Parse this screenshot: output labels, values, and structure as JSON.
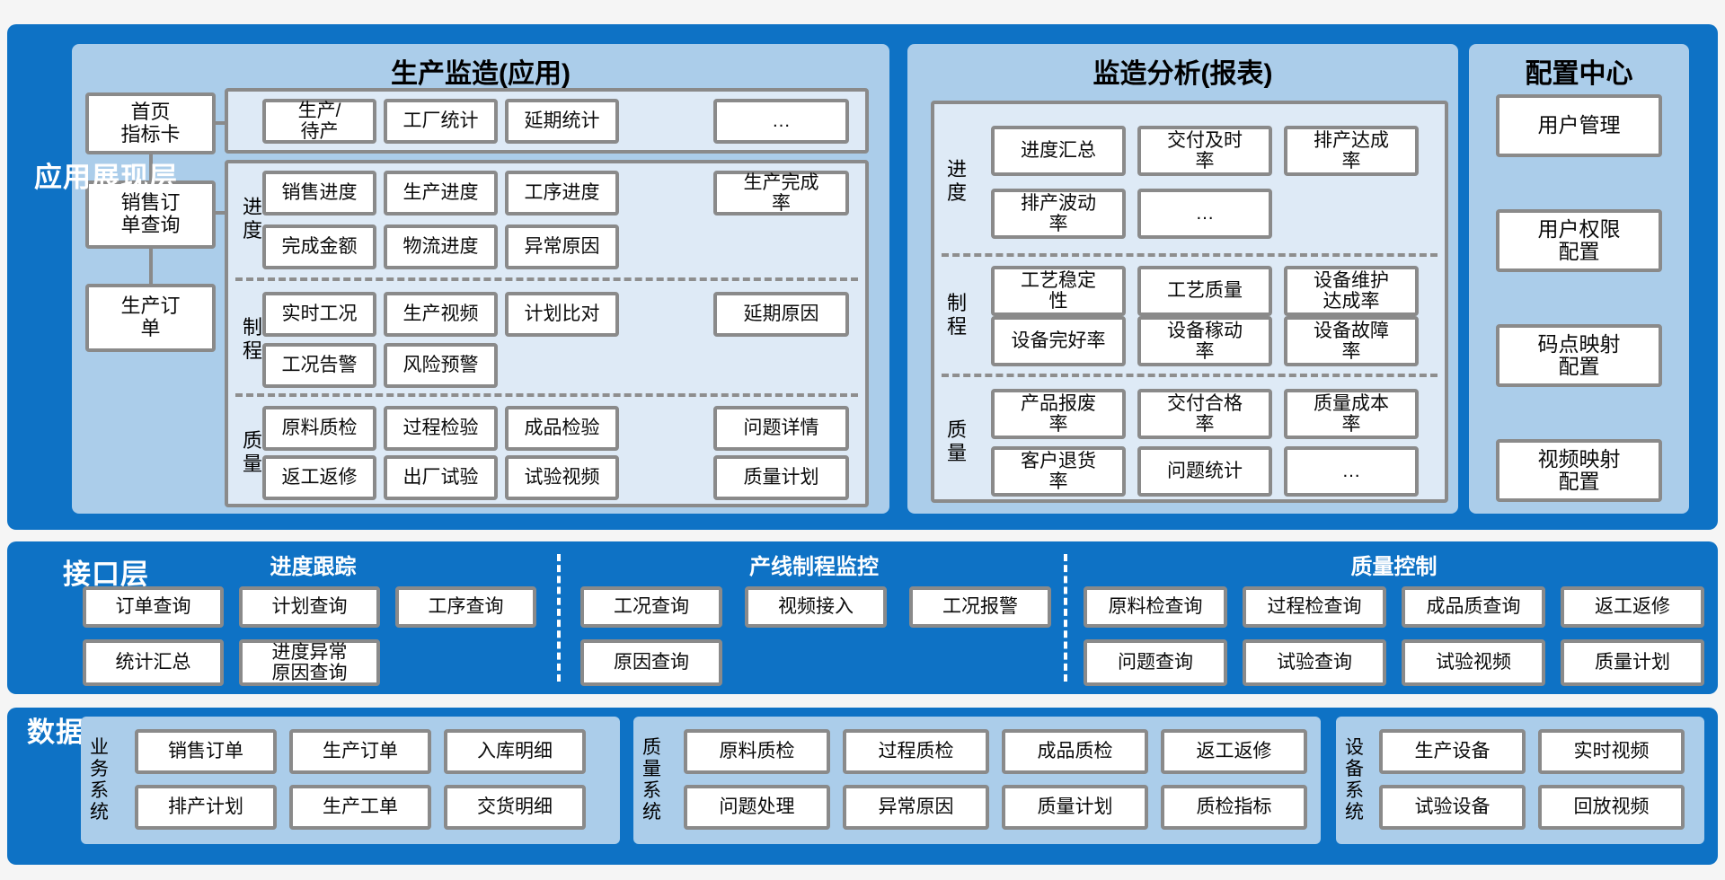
{
  "colors": {
    "layer_blue": "#0E72C5",
    "panel_blue": "#ABCDEA",
    "subpanel_blue": "#DEEAF6",
    "box_border": "#8A8A8A"
  },
  "app_layer": {
    "label": "应用展现层",
    "production_panel": {
      "title": "生产监造(应用)",
      "nav": [
        "首页\n指标卡",
        "销售订\n单查询",
        "生产订\n单"
      ],
      "top_row": [
        "生产/\n待产",
        "工厂统计",
        "延期统计",
        "…"
      ],
      "sections": [
        {
          "label": "进\n度",
          "rows": [
            [
              "销售进度",
              "生产进度",
              "工序进度",
              "生产完成\n率"
            ],
            [
              "完成金额",
              "物流进度",
              "异常原因"
            ]
          ]
        },
        {
          "label": "制\n程",
          "rows": [
            [
              "实时工况",
              "生产视频",
              "计划比对",
              "延期原因"
            ],
            [
              "工况告警",
              "风险预警"
            ]
          ]
        },
        {
          "label": "质\n量",
          "rows": [
            [
              "原料质检",
              "过程检验",
              "成品检验",
              "问题详情"
            ],
            [
              "返工返修",
              "出厂试验",
              "试验视频",
              "质量计划"
            ]
          ]
        }
      ]
    },
    "analysis_panel": {
      "title": "监造分析(报表)",
      "sections": [
        {
          "label": "进\n度",
          "rows": [
            [
              "进度汇总",
              "交付及时\n率",
              "排产达成\n率"
            ],
            [
              "排产波动\n率",
              "…"
            ]
          ]
        },
        {
          "label": "制\n程",
          "rows": [
            [
              "工艺稳定\n性",
              "工艺质量",
              "设备维护\n达成率"
            ],
            [
              "设备完好率",
              "设备稼动\n率",
              "设备故障\n率"
            ]
          ]
        },
        {
          "label": "质\n量",
          "rows": [
            [
              "产品报废\n率",
              "交付合格\n率",
              "质量成本\n率"
            ],
            [
              "客户退货\n率",
              "问题统计",
              "…"
            ]
          ]
        }
      ]
    },
    "config_panel": {
      "title": "配置中心",
      "items": [
        "用户管理",
        "用户权限\n配置",
        "码点映射\n配置",
        "视频映射\n配置"
      ]
    }
  },
  "interface_layer": {
    "label": "接口层",
    "groups": [
      {
        "title": "进度跟踪",
        "rows": [
          [
            "订单查询",
            "计划查询",
            "工序查询"
          ],
          [
            "统计汇总",
            "进度异常\n原因查询"
          ]
        ]
      },
      {
        "title": "产线制程监控",
        "rows": [
          [
            "工况查询",
            "视频接入",
            "工况报警"
          ],
          [
            "原因查询"
          ]
        ]
      },
      {
        "title": "质量控制",
        "rows": [
          [
            "原料检查询",
            "过程检查询",
            "成品质查询",
            "返工返修"
          ],
          [
            "问题查询",
            "试验查询",
            "试验视频",
            "质量计划"
          ]
        ]
      }
    ]
  },
  "data_layer": {
    "label": "数据层",
    "systems": [
      {
        "label": "业\n务\n系\n统",
        "rows": [
          [
            "销售订单",
            "生产订单",
            "入库明细"
          ],
          [
            "排产计划",
            "生产工单",
            "交货明细"
          ]
        ]
      },
      {
        "label": "质\n量\n系\n统",
        "rows": [
          [
            "原料质检",
            "过程质检",
            "成品质检",
            "返工返修"
          ],
          [
            "问题处理",
            "异常原因",
            "质量计划",
            "质检指标"
          ]
        ]
      },
      {
        "label": "设\n备\n系\n统",
        "rows": [
          [
            "生产设备",
            "实时视频"
          ],
          [
            "试验设备",
            "回放视频"
          ]
        ]
      }
    ]
  }
}
